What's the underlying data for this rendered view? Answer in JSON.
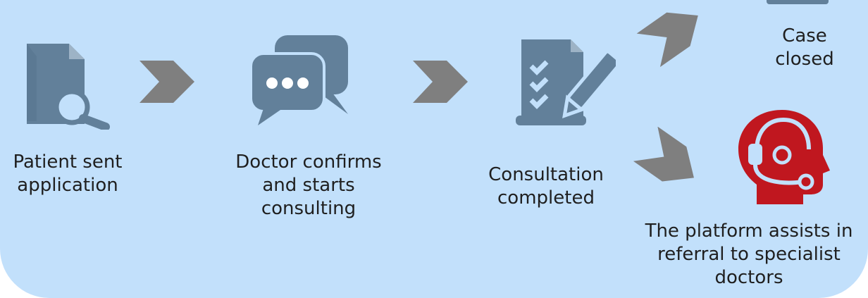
{
  "colors": {
    "background": "#c2e0fb",
    "icon_gray": "#62809a",
    "arrow_gray": "#7f7f7f",
    "accent_red": "#c0171f",
    "text": "#1f1f1f"
  },
  "steps": [
    {
      "icon": "document-search-icon",
      "label": "Patient sent\napplication"
    },
    {
      "icon": "chat-bubbles-icon",
      "label": "Doctor confirms\nand starts\nconsulting"
    },
    {
      "icon": "checklist-pen-icon",
      "label": "Consultation\ncompleted"
    },
    {
      "icon": "folder-icon",
      "label": "Case\nclosed"
    },
    {
      "icon": "support-agent-icon",
      "label": "The platform assists in\nreferral to specialist\ndoctors"
    }
  ]
}
